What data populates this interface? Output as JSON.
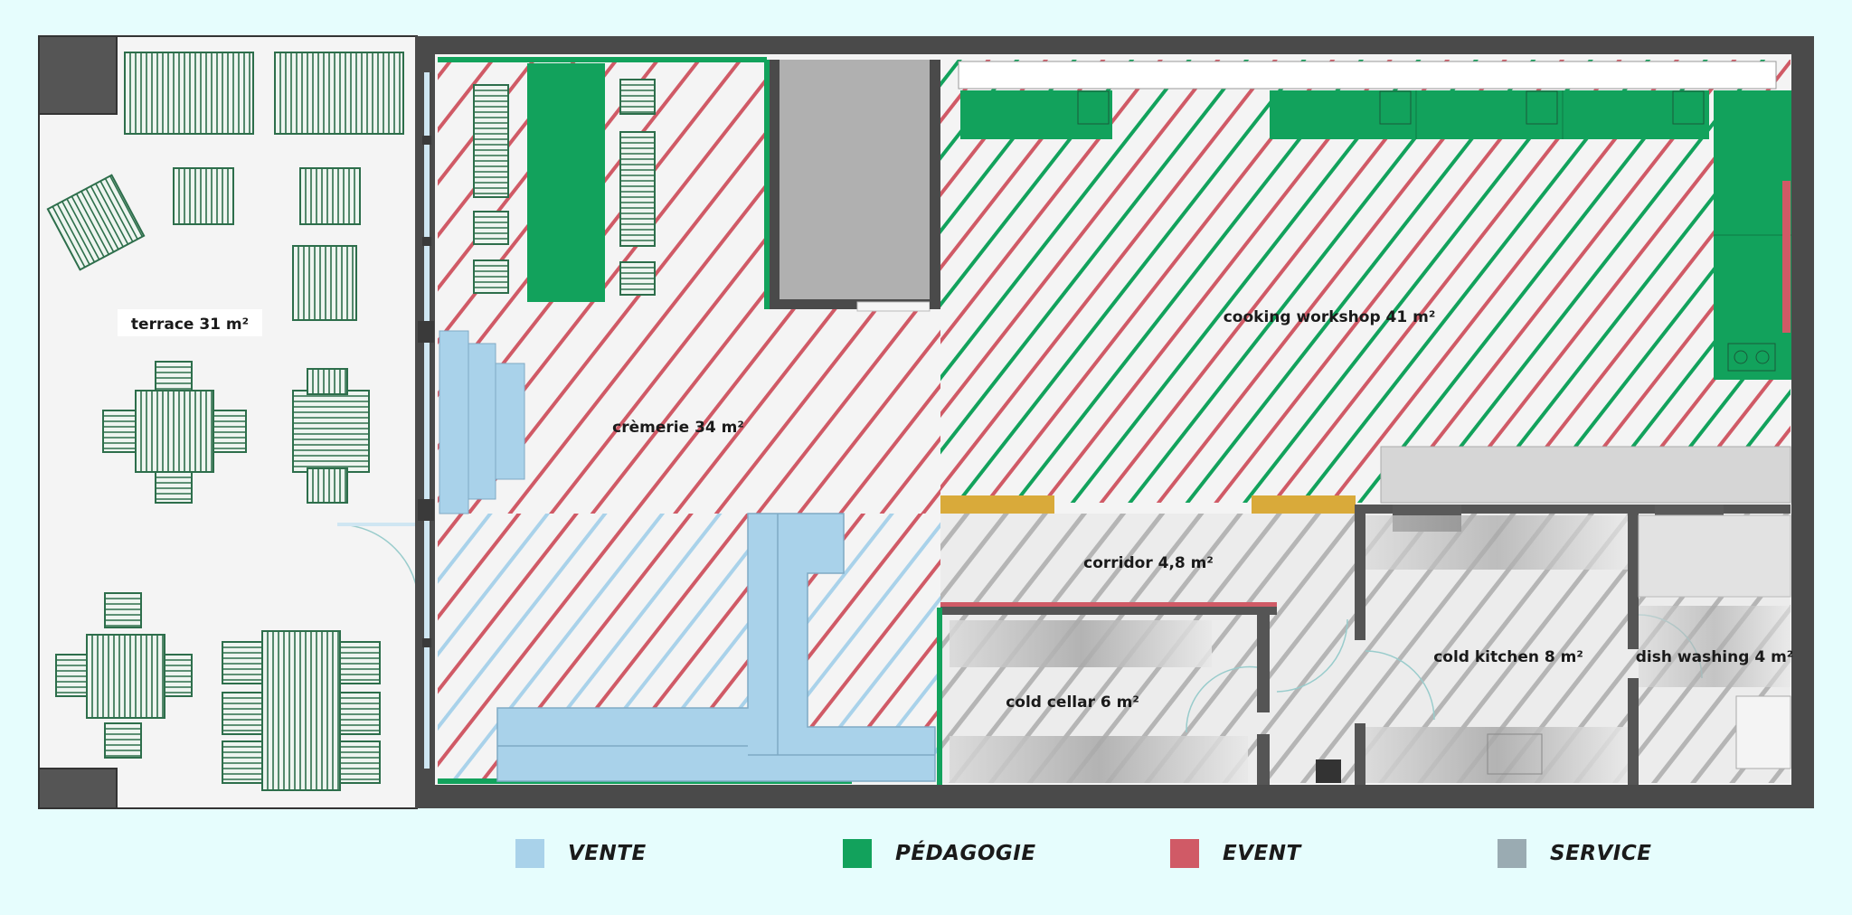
{
  "rooms": {
    "terrace": "terrace 31 m²",
    "cremerie": "crèmerie 34 m²",
    "cooking_workshop": "cooking workshop 41 m²",
    "corridor": "corridor 4,8 m²",
    "cold_cellar": "cold cellar 6 m²",
    "cold_kitchen": "cold kitchen 8 m²",
    "dish_washing": "dish washing 4 m²"
  },
  "legend": [
    {
      "label": "VENTE",
      "color": "#a9d2ea"
    },
    {
      "label": "PÉDAGOGIE",
      "color": "#12a25c"
    },
    {
      "label": "EVENT",
      "color": "#d05a66"
    },
    {
      "label": "SERVICE",
      "color": "#9aabb2"
    }
  ],
  "colors": {
    "wall": "#4a4a4a",
    "floor": "#f4f4f4",
    "background": "#e6fdfd",
    "furniture_green": "#2d6e4b",
    "wood": "#d9aa3a"
  }
}
